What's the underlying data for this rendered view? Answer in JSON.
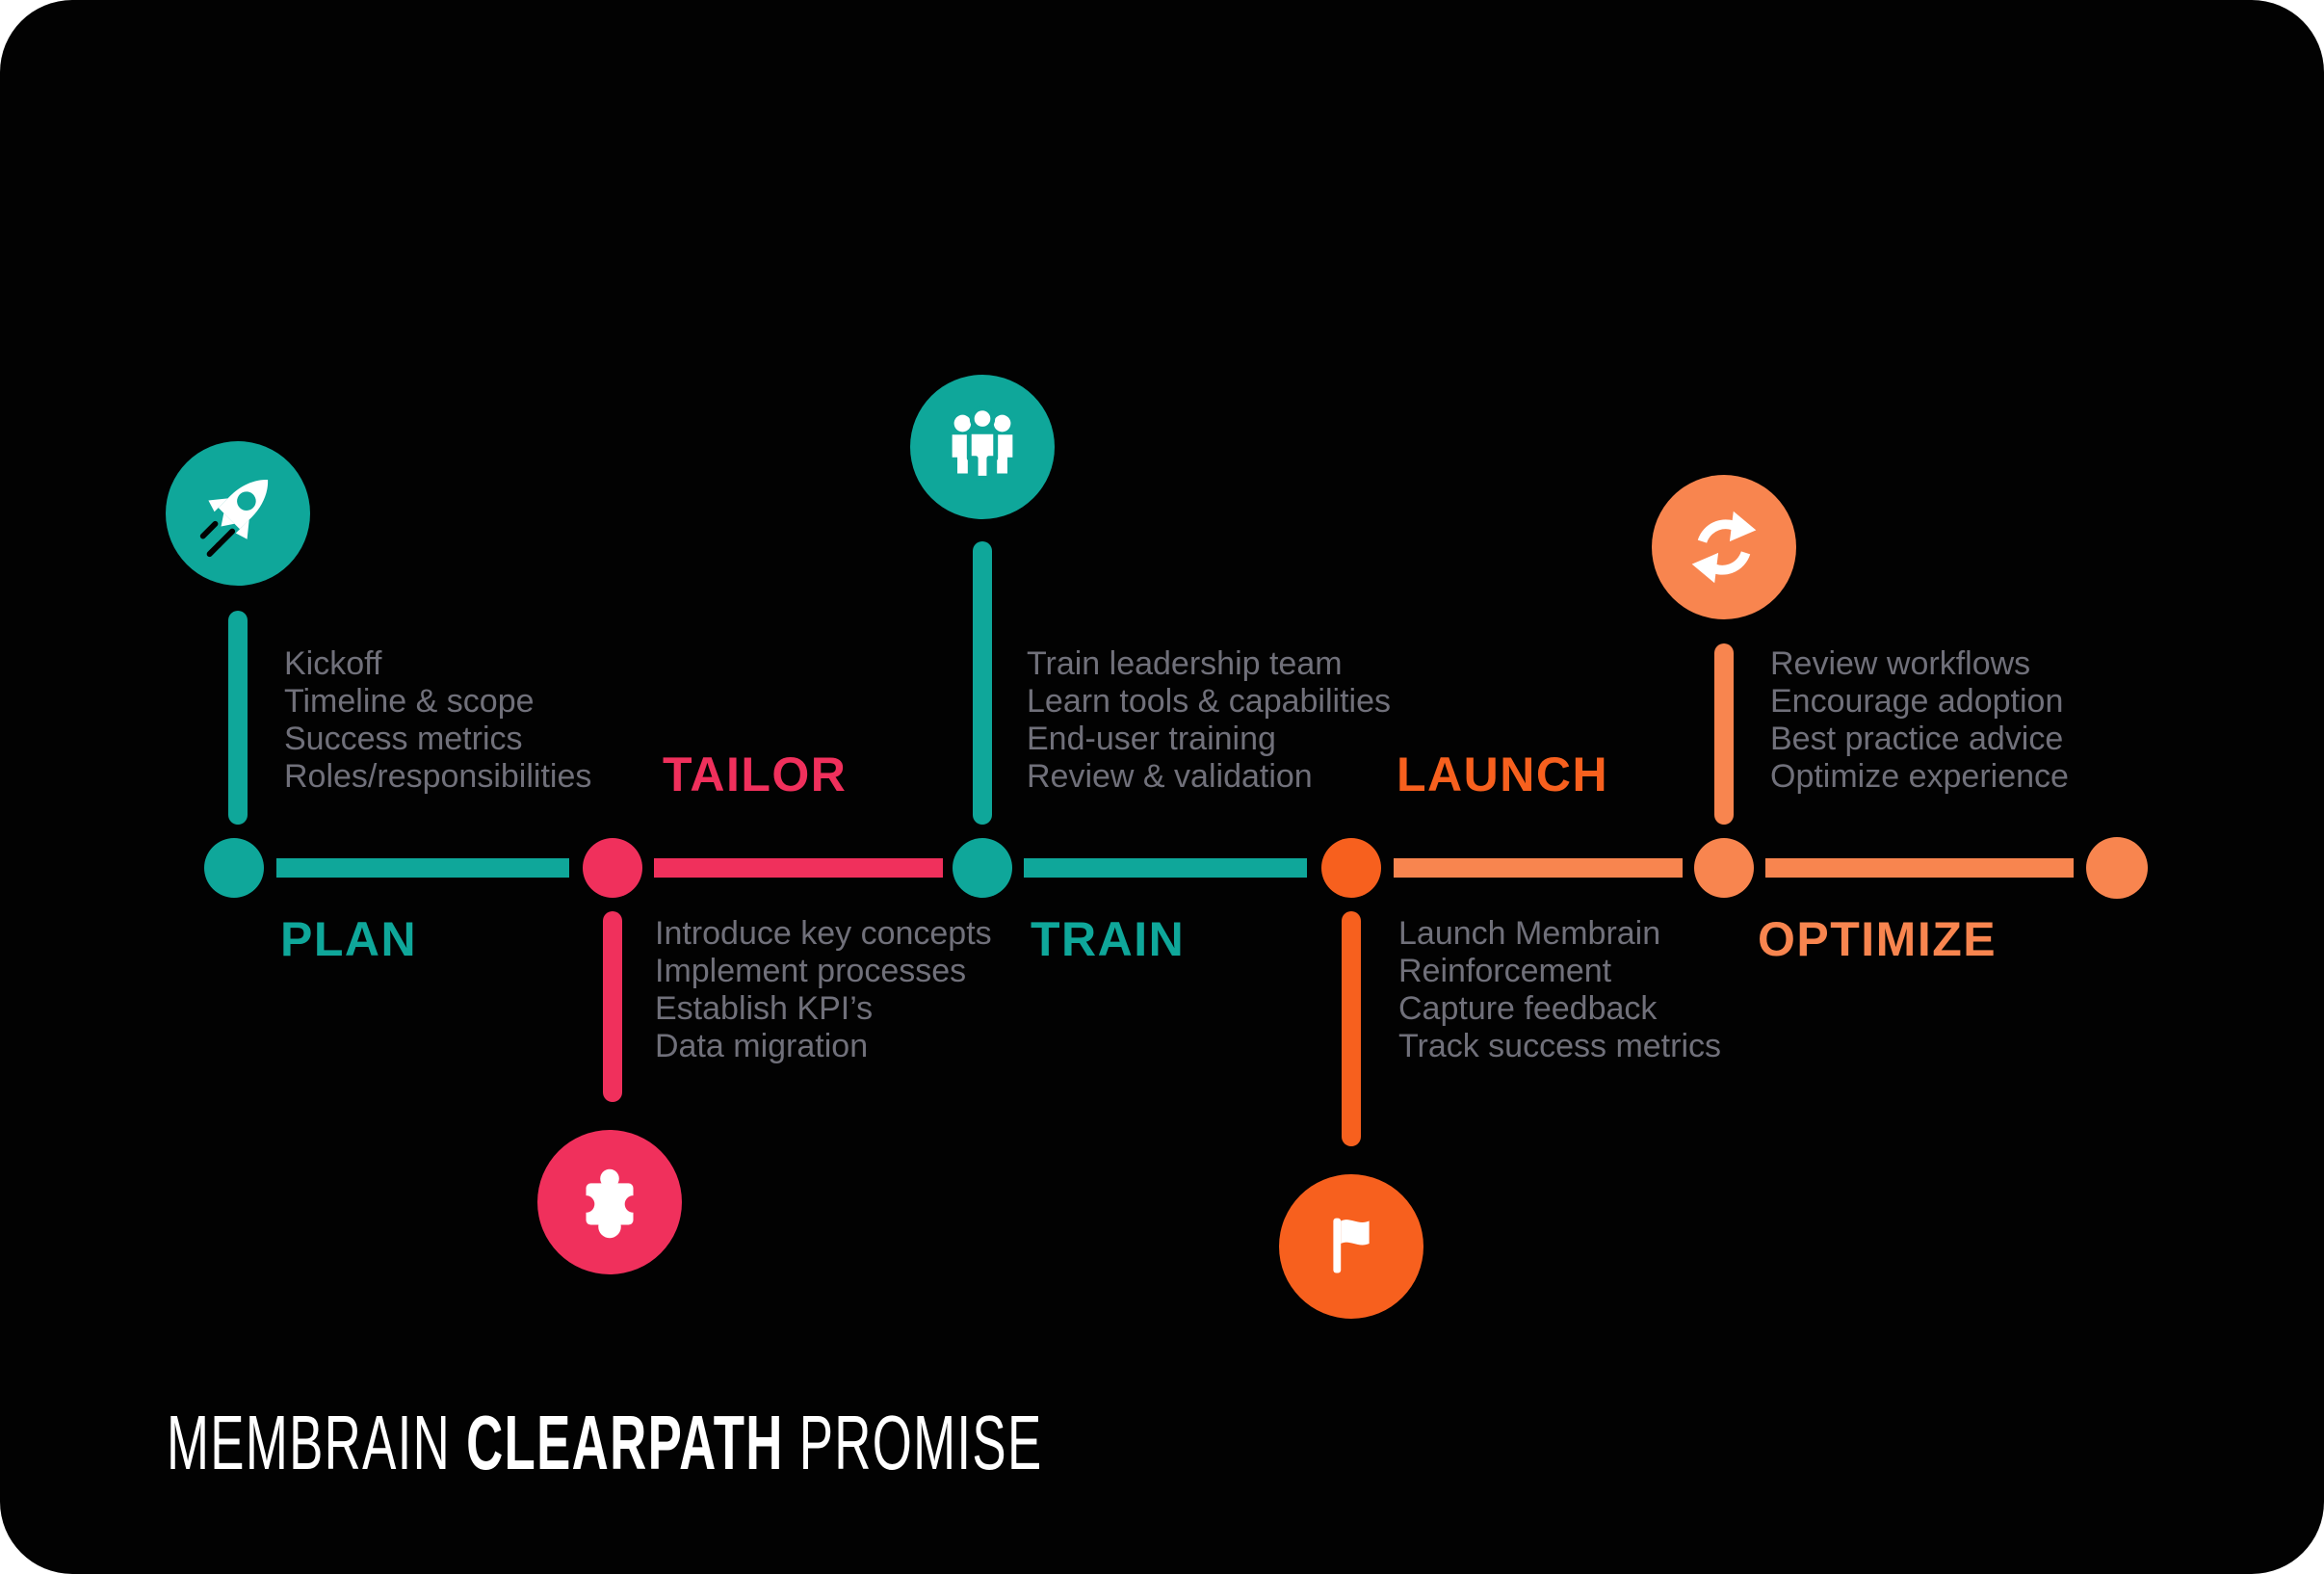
{
  "title": {
    "prefix": "MEMBRAIN",
    "emphasis": "CLEARPATH",
    "suffix": "PROMISE"
  },
  "colors": {
    "teal": "#0FA79A",
    "pink": "#F0305C",
    "orange": "#F7601E",
    "light_orange": "#F8854F",
    "text_gray": "#70707A",
    "background": "#020202",
    "white": "#FFFFFF"
  },
  "stages": [
    {
      "id": "plan",
      "label": "PLAN",
      "color": "teal",
      "icon": "rocket-icon",
      "side": "top",
      "items": [
        "Kickoff",
        "Timeline & scope",
        "Success metrics",
        "Roles/responsibilities"
      ]
    },
    {
      "id": "tailor",
      "label": "TAILOR",
      "color": "pink",
      "icon": "puzzle-icon",
      "side": "bottom",
      "items": [
        "Introduce key concepts",
        "Implement processes",
        "Establish KPI’s",
        "Data migration"
      ]
    },
    {
      "id": "train",
      "label": "TRAIN",
      "color": "teal",
      "icon": "people-icon",
      "side": "top",
      "items": [
        "Train leadership team",
        "Learn tools & capabilities",
        "End-user training",
        "Review & validation"
      ]
    },
    {
      "id": "launch",
      "label": "LAUNCH",
      "color": "orange",
      "icon": "flag-icon",
      "side": "bottom",
      "items": [
        "Launch Membrain",
        "Reinforcement",
        "Capture feedback",
        "Track success metrics"
      ]
    },
    {
      "id": "optimize",
      "label": "OPTIMIZE",
      "color": "light_orange",
      "icon": "refresh-icon",
      "side": "top",
      "items": [
        "Review workflows",
        "Encourage adoption",
        "Best practice advice",
        "Optimize experience"
      ]
    }
  ]
}
